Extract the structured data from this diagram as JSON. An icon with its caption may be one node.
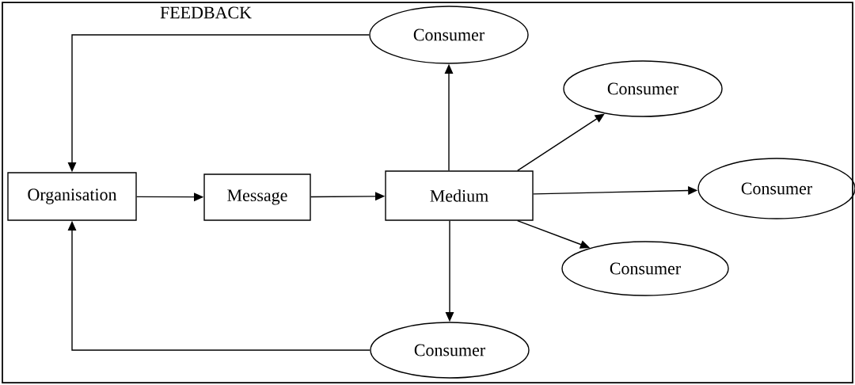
{
  "diagram": {
    "nodes": [
      {
        "text": [
          "Organisation"
        ]
      },
      {
        "text": [
          "Message"
        ]
      },
      {
        "text": [
          "Medium"
        ]
      },
      {
        "text": [
          "Consumer"
        ]
      },
      {
        "text": [
          "Consumer"
        ]
      },
      {
        "text": [
          "Consumer"
        ]
      },
      {
        "text": [
          "Consumer"
        ]
      },
      {
        "text": [
          "Consumer"
        ]
      }
    ],
    "edges": [
      {
        "from": 0,
        "to": 1,
        "arrow": "to"
      },
      {
        "from": 1,
        "to": 2,
        "arrow": "to"
      },
      {
        "from": 2,
        "to": 3,
        "arrow": "to"
      },
      {
        "from": 2,
        "to": 4,
        "arrow": "to"
      },
      {
        "from": 2,
        "to": 5,
        "arrow": "to"
      },
      {
        "from": 2,
        "to": 6,
        "arrow": "to"
      },
      {
        "from": 2,
        "to": 7,
        "arrow": "to"
      },
      {
        "from": 3,
        "to": 0,
        "arrow": "to",
        "label": "FEEDBACK"
      },
      {
        "from": 7,
        "to": 0,
        "arrow": "to"
      }
    ]
  }
}
